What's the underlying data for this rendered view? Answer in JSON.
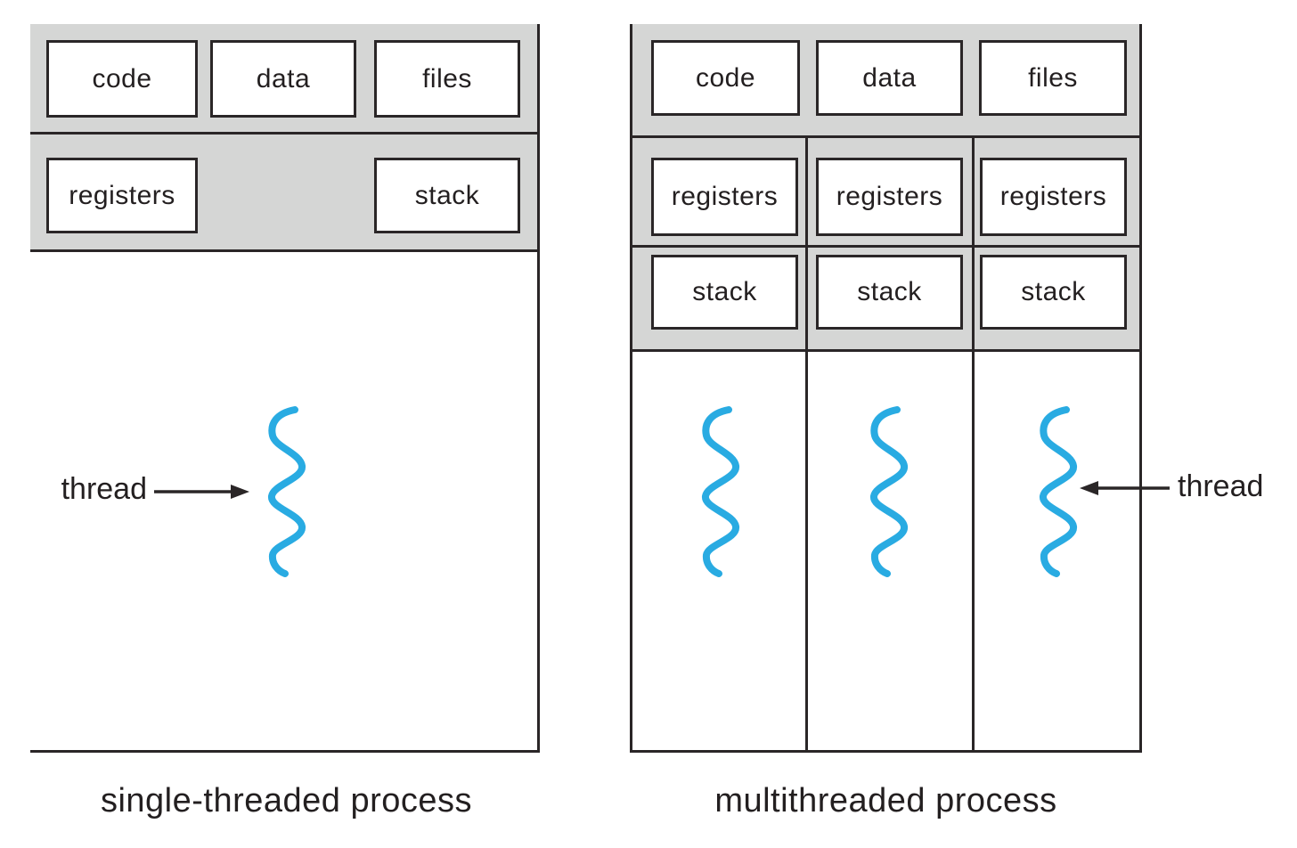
{
  "figure": {
    "description": "comparison of single-threaded and multithreaded process memory layout",
    "thread_color": "#29abe2",
    "band_gray": "#d5d6d5",
    "line_dark": "#2a2627",
    "box_fill": "#ffffff"
  },
  "single_threaded": {
    "caption": "single-threaded process",
    "boxes": {
      "code": "code",
      "data": "data",
      "files": "files",
      "registers": "registers",
      "stack": "stack"
    },
    "thread_label": "thread"
  },
  "multithreaded": {
    "caption": "multithreaded process",
    "top_boxes": [
      "code",
      "data",
      "files"
    ],
    "registers_boxes": [
      "registers",
      "registers",
      "registers"
    ],
    "stack_boxes": [
      "stack",
      "stack",
      "stack"
    ],
    "thread_label": "thread"
  }
}
